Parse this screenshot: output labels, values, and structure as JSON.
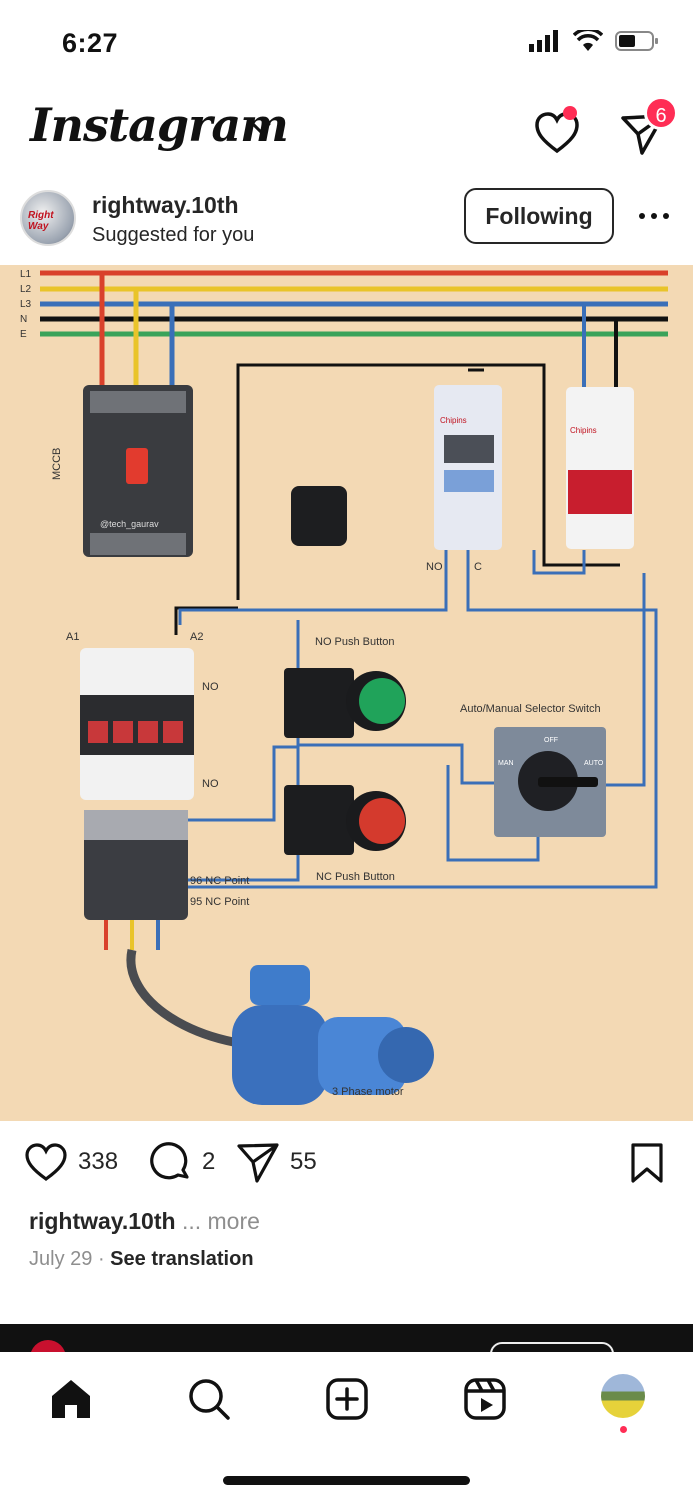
{
  "status_bar": {
    "time": "6:27"
  },
  "header": {
    "logo": "Instagram",
    "dm_badge": "6"
  },
  "post": {
    "username": "rightway.10th",
    "subtitle": "Suggested for you",
    "avatar_text": "Right Way",
    "follow_label": "Following",
    "image": {
      "line_labels": [
        "L1",
        "L2",
        "L3",
        "N",
        "E"
      ],
      "mccb_label": "MCCB",
      "mccb_watermark": "@tech_gaurav",
      "brand": "Chipins",
      "contactor_no_top": "NO",
      "contactor_no_bottom": "NO",
      "a1": "A1",
      "a2": "A2",
      "timer_no": "NO",
      "timer_c": "C",
      "no_push_button": "NO Push Button",
      "nc_push_button": "NC Push Button",
      "selector_switch": "Auto/Manual Selector Switch",
      "selector_off": "OFF",
      "selector_man": "MAN",
      "selector_auto": "AUTO",
      "nc_point_96": "96 NC Point",
      "nc_point_95": "95 NC Point",
      "motor_label": "3 Phase motor"
    },
    "likes": "338",
    "comments": "2",
    "shares": "55",
    "caption_user": "rightway.10th",
    "caption_more": "... more",
    "date": "July 29",
    "separator": "·",
    "see_translation": "See translation"
  },
  "colors": {
    "l1": "#d9412b",
    "l2": "#e9c42a",
    "l3": "#3a6fb8",
    "n": "#111111",
    "e": "#3aa35a",
    "badge": "#ff2d55"
  }
}
